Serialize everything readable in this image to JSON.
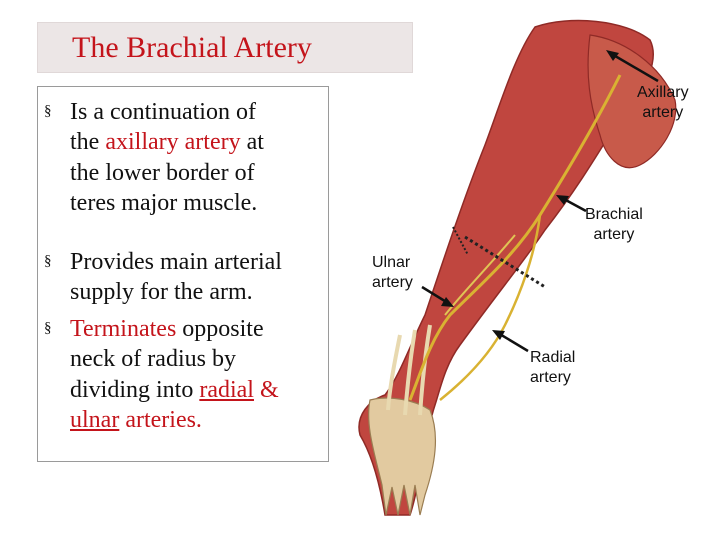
{
  "title": "The Brachial Artery",
  "bullets": [
    {
      "marker": "§",
      "lines": [
        [
          {
            "t": "Is a continuation of"
          }
        ],
        [
          {
            "t": "the "
          },
          {
            "t": "axillary artery",
            "red": true
          },
          {
            "t": " at"
          }
        ],
        [
          {
            "t": "the lower border of"
          }
        ],
        [
          {
            "t": "teres major muscle."
          }
        ]
      ]
    },
    {
      "marker": "§",
      "lines": [
        [
          {
            "t": "Provides main arterial"
          }
        ],
        [
          {
            "t": "supply for the arm."
          }
        ]
      ]
    },
    {
      "marker": "§",
      "lines": [
        [
          {
            "t": "Terminates",
            "red": true
          },
          {
            "t": " opposite"
          }
        ],
        [
          {
            "t": "neck of radius by"
          }
        ],
        [
          {
            "t": "dividing into "
          },
          {
            "t": "radial",
            "red": true,
            "u": true
          },
          {
            "t": " & ",
            "red": true
          }
        ],
        [
          {
            "t": "ulnar",
            "red": true,
            "u": true
          },
          {
            "t": " arteries.",
            "red": true
          }
        ]
      ]
    }
  ],
  "labels": {
    "axillary": [
      "Axillary",
      "artery"
    ],
    "brachial": [
      "Brachial",
      "artery"
    ],
    "ulnar": [
      "Ulnar",
      "artery"
    ],
    "radial": [
      "Radial",
      "artery"
    ]
  },
  "colors": {
    "accent_red": "#c4141b",
    "muscle": "#c0463f",
    "tendon": "#e8d9b0",
    "artery": "#d9b232"
  },
  "illustration": "arm-arteries-anatomy"
}
